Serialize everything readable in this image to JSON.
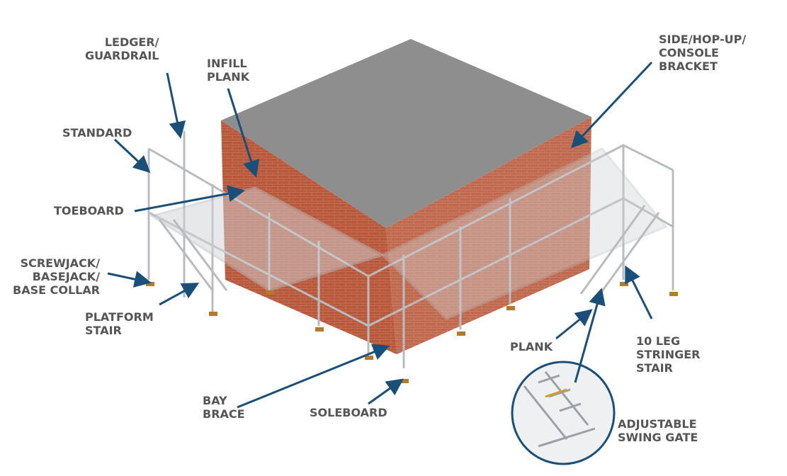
{
  "diagram": {
    "labels": {
      "ledger": "LEDGER/\nGUARDRAIL",
      "infill": "INFILL\nPLANK",
      "standard": "STANDARD",
      "toeboard": "TOEBOARD",
      "screwjack": "SCREWJACK/\nBASEJACK/\nBASE COLLAR",
      "platform_stair": "PLATFORM\nSTAIR",
      "bay_brace": "BAY\nBRACE",
      "soleboard": "SOLEBOARD",
      "plank": "PLANK",
      "stringer_stair": "10 LEG\nSTRINGER\nSTAIR",
      "swing_gate": "ADJUSTABLE\nSWING GATE",
      "bracket": "SIDE/HOP-UP/\nCONSOLE\nBRACKET"
    },
    "colors": {
      "label_text": "#555555",
      "arrow": "#1a4f7a",
      "brick": "#b9573a",
      "roof": "#8e8e8e",
      "steel": "#b8bcc0"
    }
  }
}
